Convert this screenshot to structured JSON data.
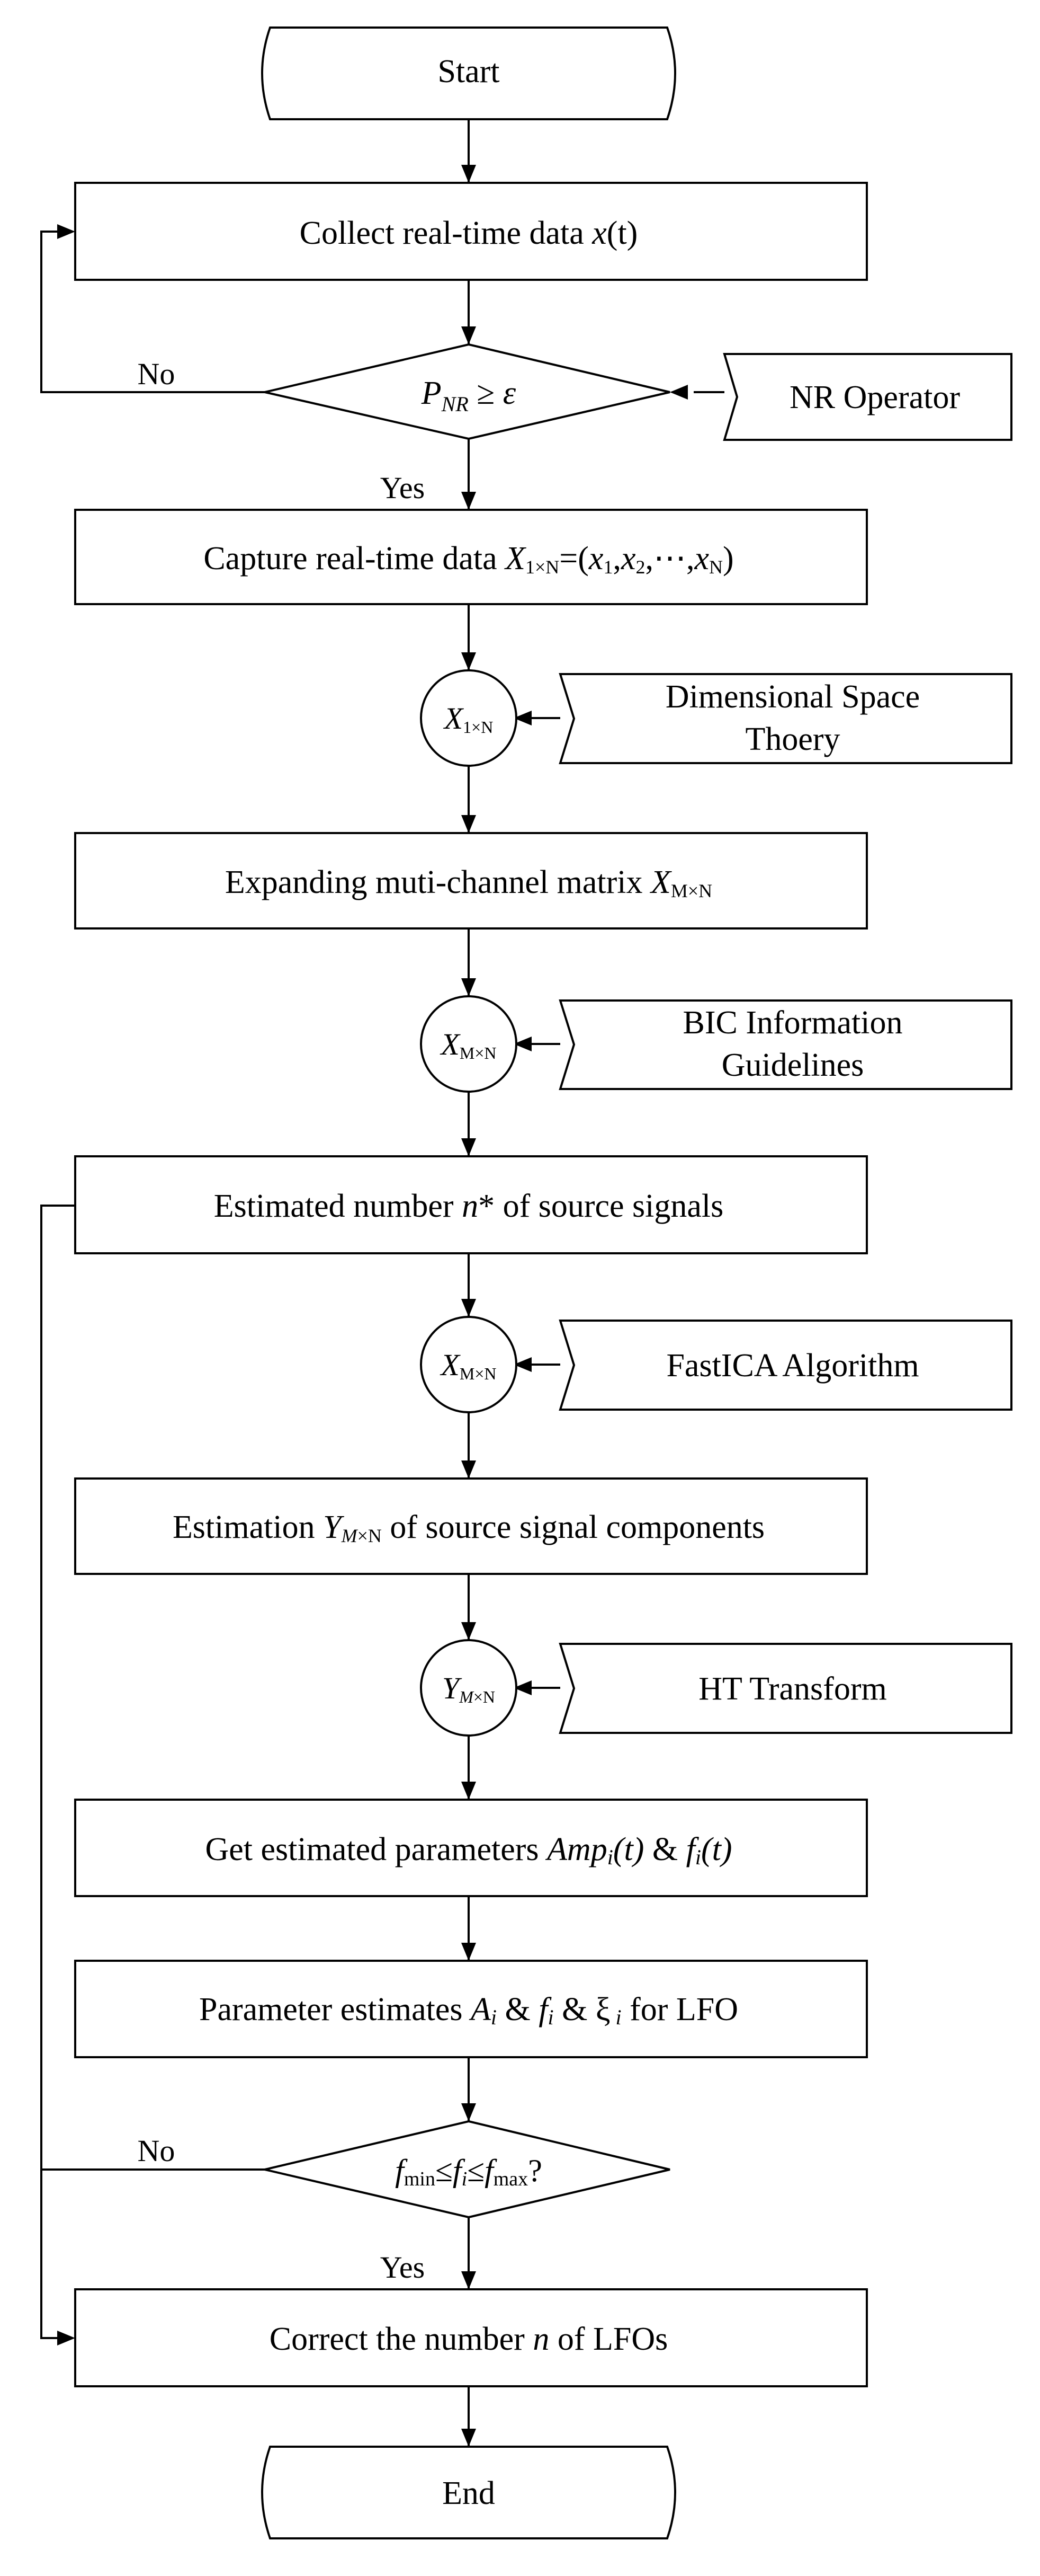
{
  "start": "Start",
  "end": "End",
  "collect": {
    "pre": "Collect real-time data ",
    "var": "x",
    "post": "(t)"
  },
  "decision1": {
    "p": "P",
    "sub": "NR",
    "op": " ≥ ",
    "eps": "ε"
  },
  "nr_operator": "NR Operator",
  "no_label_1": "No",
  "yes_label_1": "Yes",
  "capture": {
    "pre": "Capture real-time data ",
    "X": "X",
    "Xsub": "1×N",
    "eq": "=(",
    "x": "x",
    "s1": "1",
    "c1": ",",
    "s2": "2",
    "mid": ",⋯,",
    "sN": "N",
    "close": ")"
  },
  "node1": {
    "var": "X",
    "sub": "1×N"
  },
  "dim_space": {
    "line1": "Dimensional Space",
    "line2": "Thoery"
  },
  "expand": {
    "pre": "Expanding muti-channel matrix ",
    "var": "X",
    "sub": "M×N"
  },
  "node2": {
    "var": "X",
    "sub": "M×N"
  },
  "bic": {
    "line1": "BIC Information",
    "line2": "Guidelines"
  },
  "estimated": {
    "pre": "Estimated number ",
    "var": "n",
    "post": "* of source signals"
  },
  "node3": {
    "var": "X",
    "sub": "M×N"
  },
  "fastica": "FastICA Algorithm",
  "estimation": {
    "pre": "Estimation ",
    "var": "Y",
    "sub1": "M",
    "sub2": "×N",
    "post": " of source signal components"
  },
  "node4": {
    "var": "Y",
    "sub1": "M",
    "sub2": "×N"
  },
  "ht": "HT Transform",
  "get_params": {
    "pre": "Get estimated parameters ",
    "amp": "Amp",
    "amp_sub": "i",
    "amp_t": "(t)",
    "amp_sep": " & ",
    "f": "f",
    "f_sub": "i",
    "f_t": "(t)"
  },
  "param_est": {
    "pre": "Parameter estimates ",
    "A": "A",
    "A_sub": "i",
    "sep1": " & ",
    "f": "f",
    "f_sub": "i",
    "sep2": " & ",
    "xi": "ξ",
    "xi_sub": " i",
    "post": " for LFO"
  },
  "decision2": {
    "f1": "f",
    "min": "min",
    "le1": "≤",
    "f2": "f",
    "i": "i",
    "le2": "≤",
    "f3": "f",
    "max": "max",
    "q": "?"
  },
  "no_label_2": "No",
  "yes_label_2": "Yes",
  "correct": {
    "pre": "Correct the number ",
    "var": "n",
    "post": " of LFOs"
  }
}
